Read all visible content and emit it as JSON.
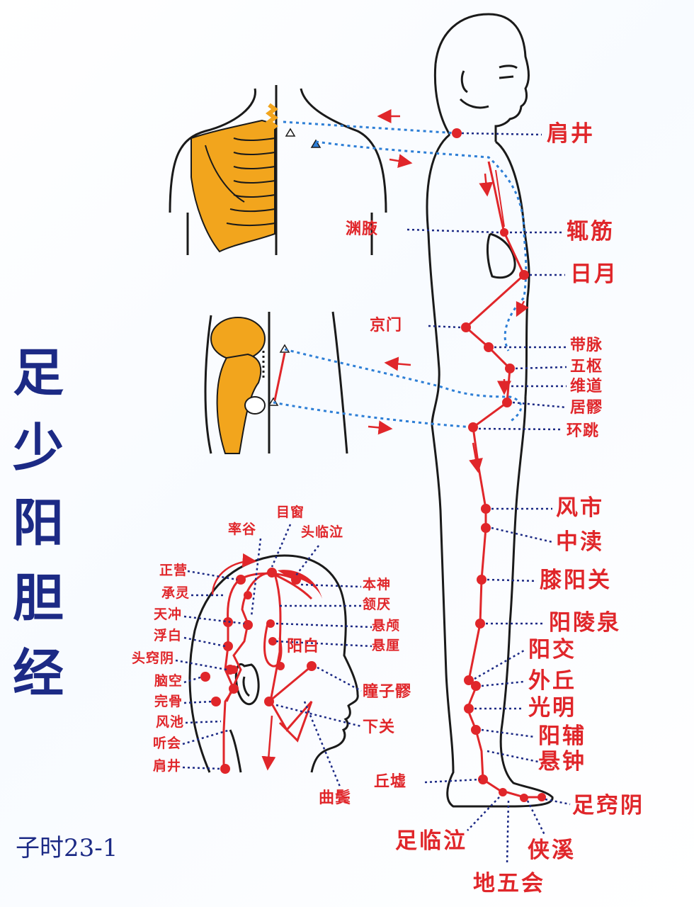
{
  "title_chars": [
    "足",
    "少",
    "阳",
    "胆",
    "经"
  ],
  "caption": "子时23-1",
  "colors": {
    "meridian": "#e0262a",
    "guide": "#2e7fd6",
    "outline": "#1a1a1a",
    "bone": "#f2a51d",
    "title": "#1c2a85"
  },
  "icons": [
    "arrow-icon",
    "triangle-marker-icon",
    "acupoint-dot-icon"
  ],
  "body_points": {
    "jianjing": "肩井",
    "yuanye": "渊腋",
    "zhejin": "辄筋",
    "riyue": "日月",
    "jingmen": "京门",
    "daimai": "带脉",
    "wushu": "五枢",
    "weidao": "维道",
    "juliao": "居髎",
    "huantiao": "环跳",
    "fengshi": "风市",
    "zhongdu": "中渎",
    "xiyangguan": "膝阳关",
    "yanglingquan": "阳陵泉",
    "yangjiao": "阳交",
    "waiqiu": "外丘",
    "guangming": "光明",
    "yangfu": "阳辅",
    "xuanzhong": "悬钟",
    "qiuxu": "丘墟",
    "zuqiaoyin": "足窍阴",
    "zulinqi": "足临泣",
    "xiaxi": "侠溪",
    "diwuhui": "地五会"
  },
  "head_points": {
    "shuaigu": "率谷",
    "muchuang": "目窗",
    "toulinqi": "头临泣",
    "zhengying": "正营",
    "chengling": "承灵",
    "tianchong": "天冲",
    "fubai": "浮白",
    "touqiaoyin": "头窍阴",
    "naokong": "脑空",
    "wangu": "完骨",
    "fengchi": "风池",
    "tinghui": "听会",
    "jianjing": "肩井",
    "benshen": "本神",
    "hanyan": "颔厌",
    "xuanlu": "悬颅",
    "xuanli": "悬厘",
    "yangbai": "阳白",
    "tongziliao": "瞳子髎",
    "xiaguan": "下关",
    "qubin": "曲鬓"
  }
}
